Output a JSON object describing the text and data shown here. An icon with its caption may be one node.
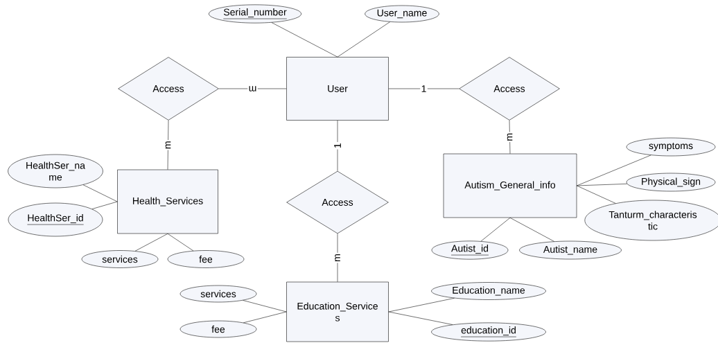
{
  "diagram": {
    "nodes": [
      {
        "text": [
          "Serial_number"
        ]
      },
      {
        "text": [
          "User_name"
        ]
      },
      {
        "text": [
          "Access"
        ]
      },
      {
        "text": [
          "User"
        ]
      },
      {
        "text": [
          "Access"
        ]
      },
      {
        "text": [
          "HealthSer_na me"
        ]
      },
      {
        "text": [
          "Health_Services"
        ]
      },
      {
        "text": [
          "Autism_General_info"
        ]
      },
      {
        "text": [
          "symptoms"
        ]
      },
      {
        "text": [
          "Physical_sign"
        ]
      },
      {
        "text": [
          "Tanturm_characteris tic"
        ]
      },
      {
        "text": [
          "Access"
        ]
      },
      {
        "text": [
          "HealthSer_id"
        ]
      },
      {
        "text": [
          "services"
        ]
      },
      {
        "text": [
          "fee"
        ]
      },
      {
        "text": [
          "Autist_id"
        ]
      },
      {
        "text": [
          "Autist_name"
        ]
      },
      {
        "text": [
          "Education_Service s"
        ]
      },
      {
        "text": [
          "services"
        ]
      },
      {
        "text": [
          "fee"
        ]
      },
      {
        "text": [
          "Education_name"
        ]
      },
      {
        "text": [
          "education_id"
        ]
      }
    ],
    "edges": [
      {
        "from": 0,
        "to": 3,
        "arrow": "none"
      },
      {
        "from": 1,
        "to": 3,
        "arrow": "none"
      },
      {
        "from": 2,
        "to": 3,
        "arrow": "none",
        "label": "m"
      },
      {
        "from": 3,
        "to": 4,
        "arrow": "none",
        "label": "1"
      },
      {
        "from": 2,
        "to": 6,
        "arrow": "none",
        "label": "m"
      },
      {
        "from": 4,
        "to": 7,
        "arrow": "none",
        "label": "m"
      },
      {
        "from": 3,
        "to": 11,
        "arrow": "none",
        "label": "1"
      },
      {
        "from": 11,
        "to": 17,
        "arrow": "none",
        "label": "m"
      },
      {
        "from": 5,
        "to": 6,
        "arrow": "none"
      },
      {
        "from": 12,
        "to": 6,
        "arrow": "none"
      },
      {
        "from": 13,
        "to": 6,
        "arrow": "none"
      },
      {
        "from": 14,
        "to": 6,
        "arrow": "none"
      },
      {
        "from": 8,
        "to": 7,
        "arrow": "none"
      },
      {
        "from": 9,
        "to": 7,
        "arrow": "none"
      },
      {
        "from": 10,
        "to": 7,
        "arrow": "none"
      },
      {
        "from": 15,
        "to": 7,
        "arrow": "none"
      },
      {
        "from": 16,
        "to": 7,
        "arrow": "none"
      },
      {
        "from": 18,
        "to": 17,
        "arrow": "none"
      },
      {
        "from": 19,
        "to": 17,
        "arrow": "none"
      },
      {
        "from": 20,
        "to": 17,
        "arrow": "none"
      },
      {
        "from": 21,
        "to": 17,
        "arrow": "none"
      }
    ]
  }
}
